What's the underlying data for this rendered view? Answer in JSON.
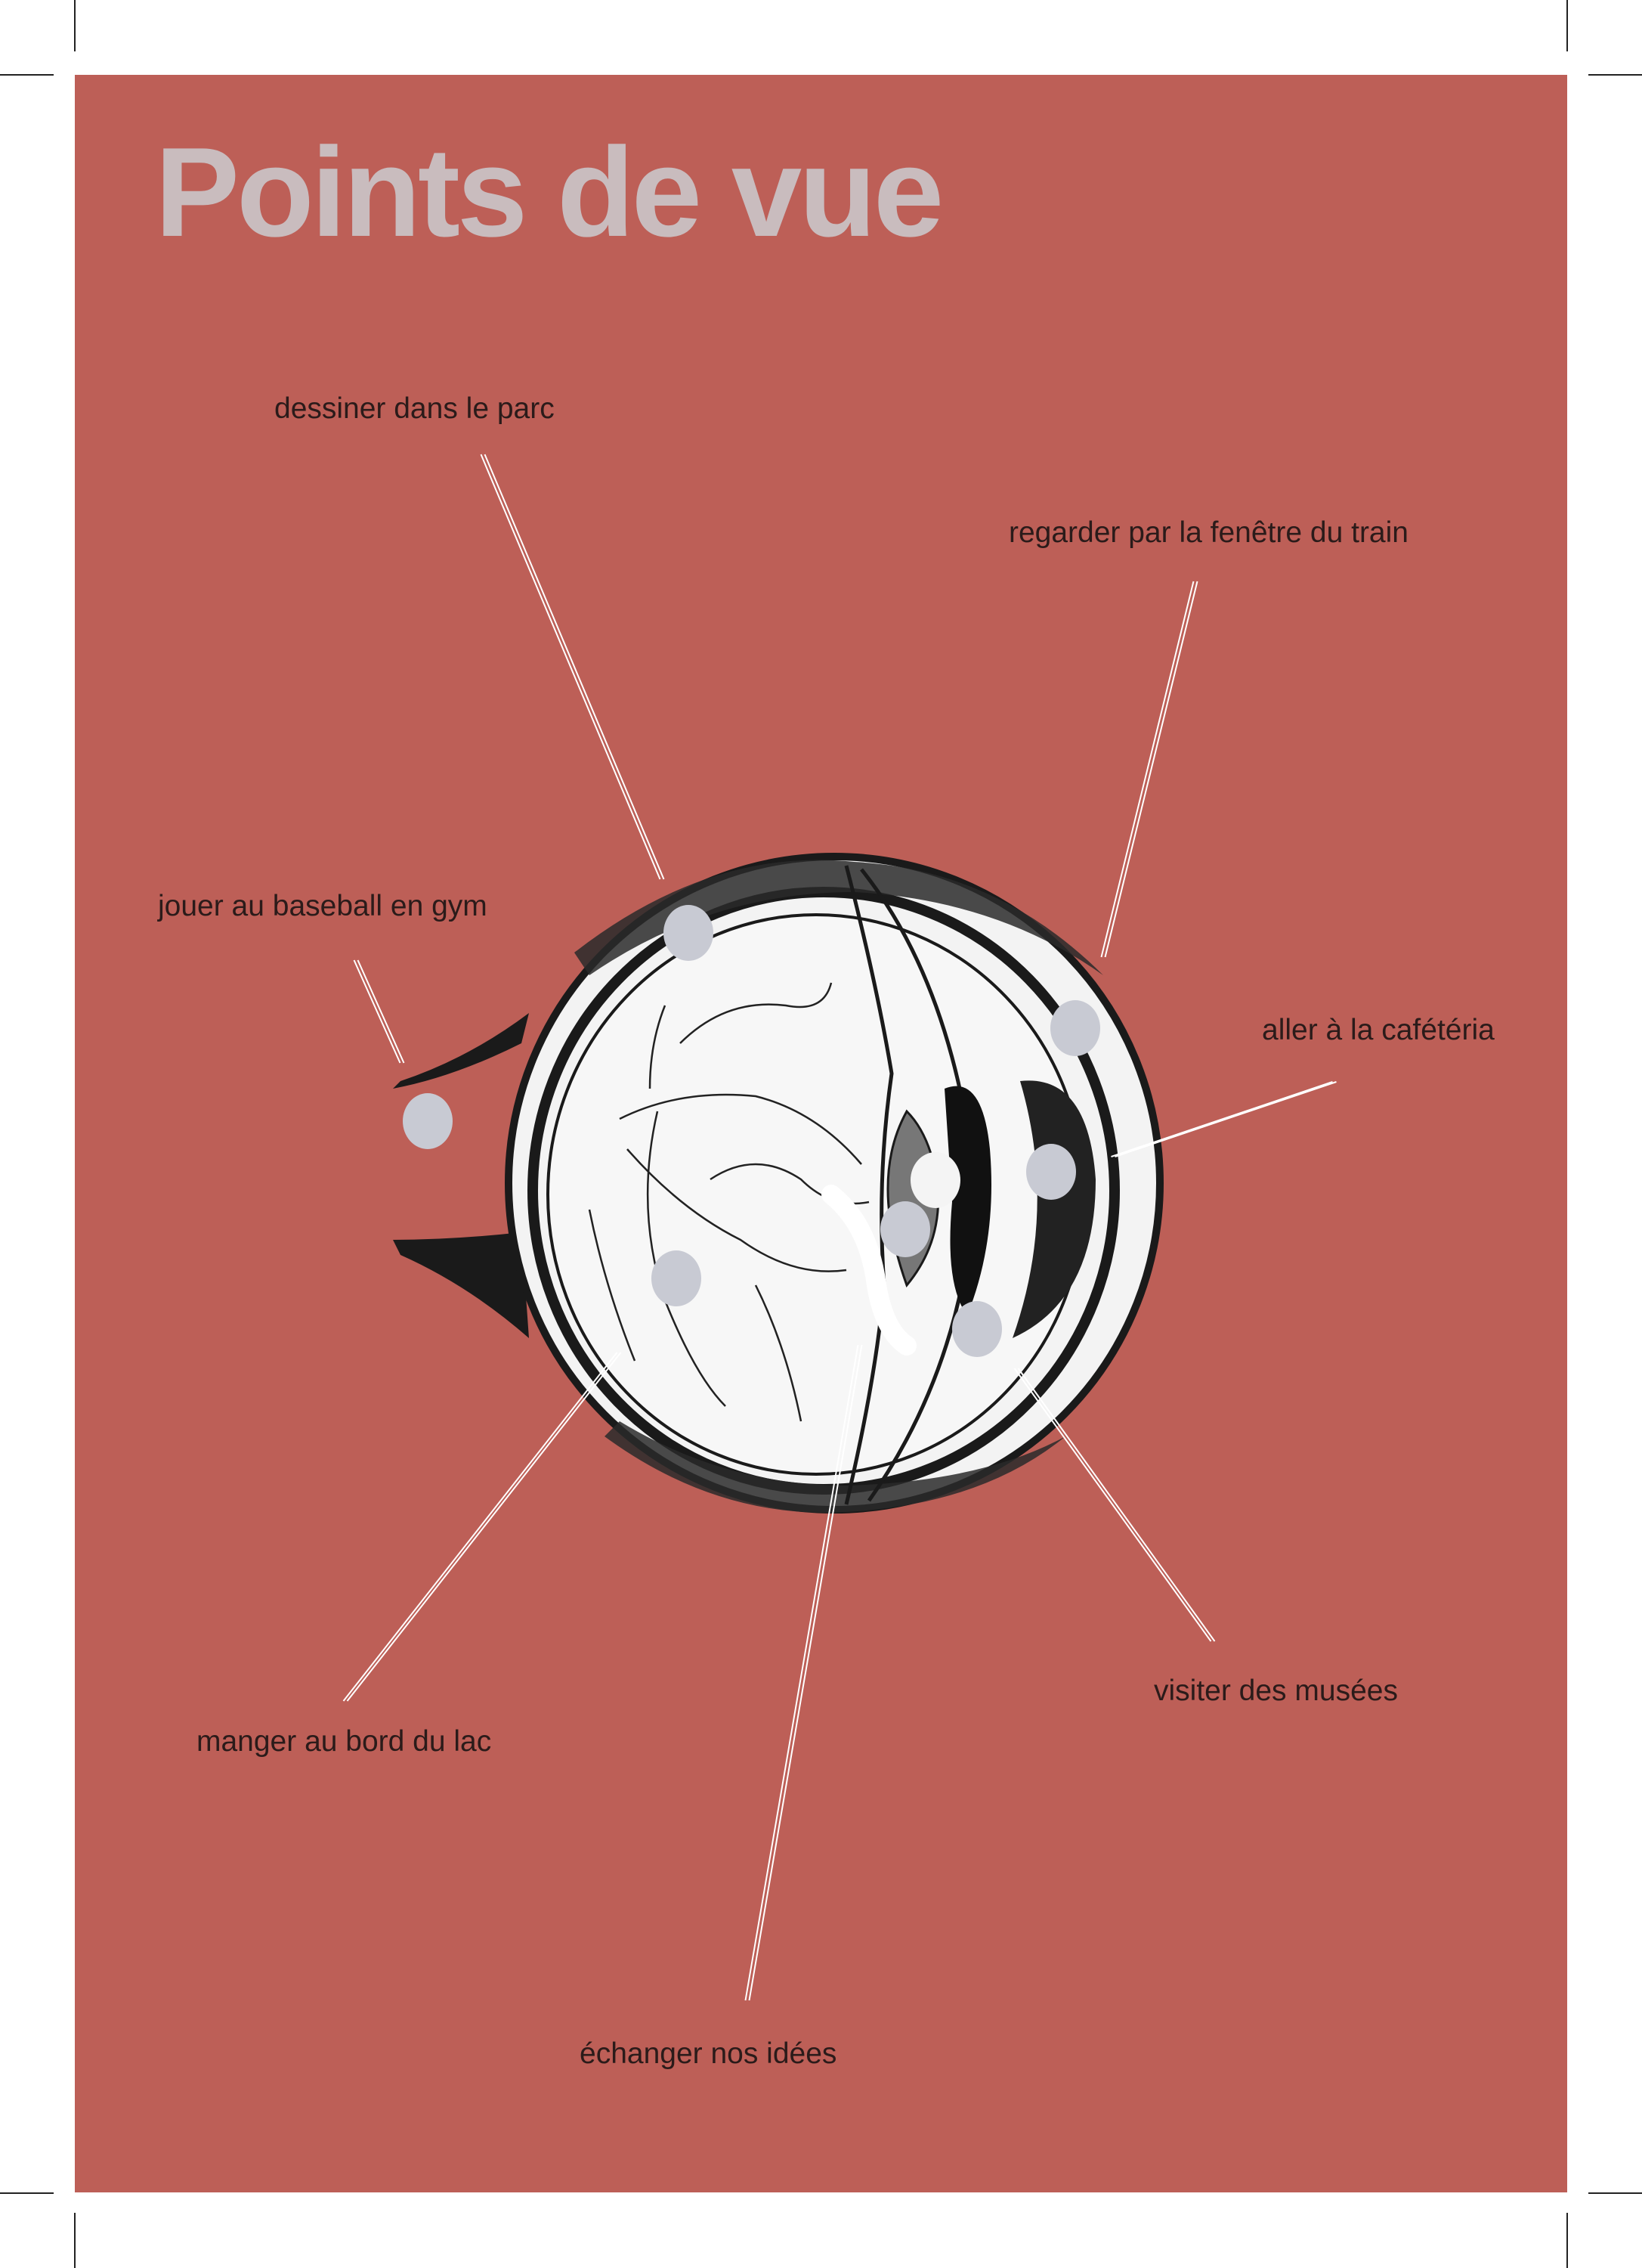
{
  "colors": {
    "background": "#bd5f57",
    "title": "#c9bcbe",
    "label_text": "#2b1b1a",
    "leader_line": "#ffffff",
    "marker_dot": "#c8cad3"
  },
  "title": "Points de vue",
  "labels": [
    {
      "text": "dessiner dans le parc"
    },
    {
      "text": "regarder par la fenêtre du train"
    },
    {
      "text": "jouer au baseball en gym"
    },
    {
      "text": "aller à la cafétéria"
    },
    {
      "text": "visiter des musées"
    },
    {
      "text": "manger au bord du lac"
    },
    {
      "text": "échanger nos idées"
    }
  ]
}
